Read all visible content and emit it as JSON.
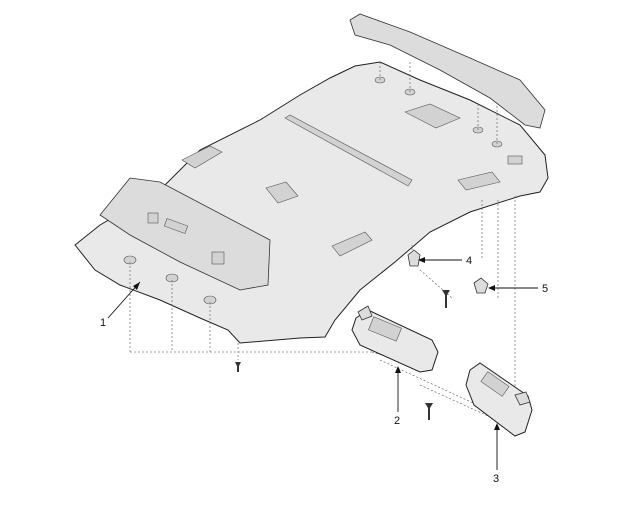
{
  "callouts": [
    {
      "id": "1",
      "label": "1"
    },
    {
      "id": "2",
      "label": "2"
    },
    {
      "id": "3",
      "label": "3"
    },
    {
      "id": "4",
      "label": "4"
    },
    {
      "id": "5",
      "label": "5"
    }
  ],
  "parts": {
    "headliner": "headliner-panel",
    "sunvisor_left": "sunvisor",
    "sunvisor_right": "sunvisor",
    "clip_4": "retainer-clip",
    "clip_5": "retainer-clip",
    "screw": "screw"
  },
  "colors": {
    "line": "#111111",
    "part_fill": "#e9e9e9"
  }
}
